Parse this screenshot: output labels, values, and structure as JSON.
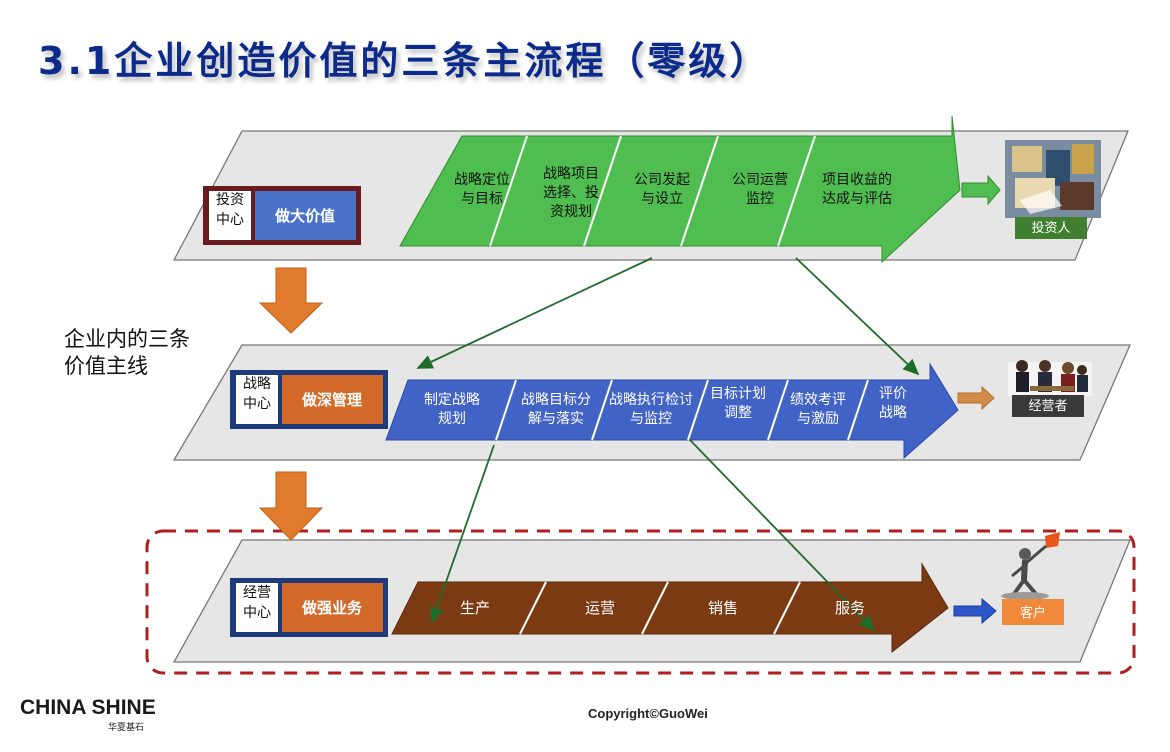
{
  "title": "3.1企业创造价值的三条主流程（零级）",
  "side_label": "企业内的三条价值主线",
  "lanes": [
    {
      "center": "投资中心",
      "action": "做大价值",
      "steps": [
        "战略定位与目标",
        "战略项目选择、投资规划",
        "公司发起与设立",
        "公司运营监控",
        "项目收益的达成与评估"
      ],
      "stakeholder": "投资人",
      "color": "#4fbd4f"
    },
    {
      "center": "战略中心",
      "action": "做深管理",
      "steps": [
        "制定战略规划",
        "战略目标分解与落实",
        "战略执行检讨与监控",
        "目标计划调整",
        "绩效考评与激励",
        "评价战略"
      ],
      "stakeholder": "经营者",
      "color": "#4263c6"
    },
    {
      "center": "经营中心",
      "action": "做强业务",
      "steps": [
        "生产",
        "运营",
        "销售",
        "服务"
      ],
      "stakeholder": "客户",
      "color": "#7b3a12"
    }
  ],
  "logo": "CHINA SHINE",
  "logo_sub": "华夏基石",
  "copyright": "Copyright©GuoWei"
}
